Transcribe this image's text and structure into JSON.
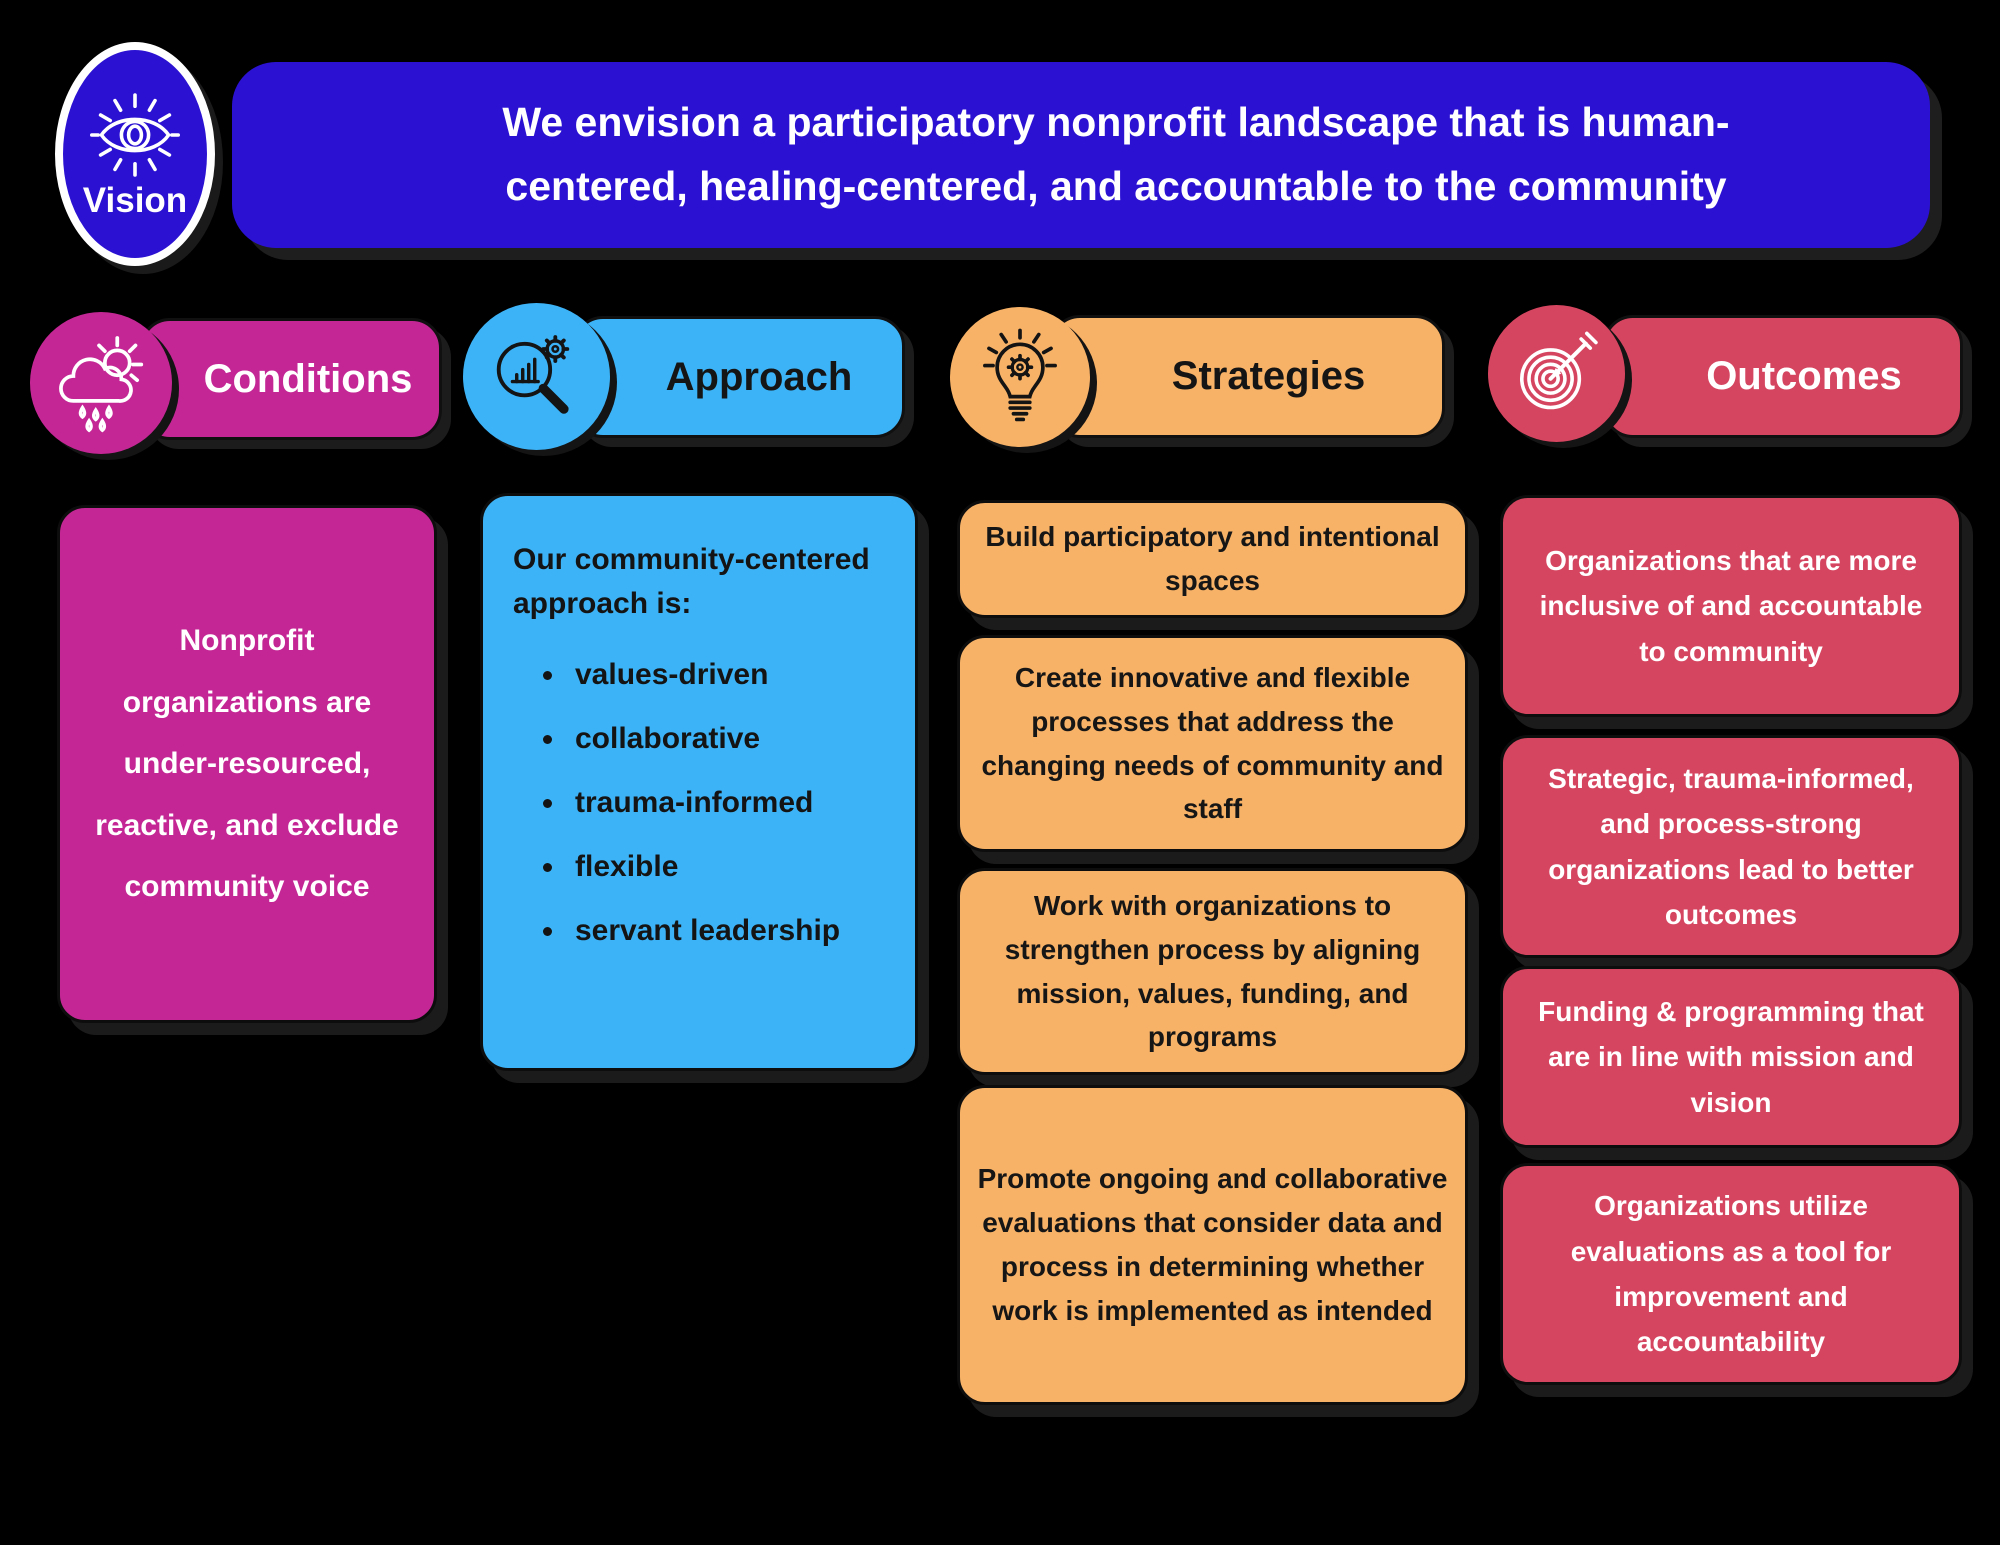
{
  "colors": {
    "background": "#000000",
    "vision_blue": "#2b12d3",
    "conditions_magenta": "#c42795",
    "approach_blue": "#3db3f7",
    "strategies_orange": "#f8b267",
    "outcomes_red": "#d64560",
    "dark_text": "#141414",
    "light_text": "#ffffff"
  },
  "vision": {
    "label": "Vision",
    "icon": "eye-icon",
    "line1": "We envision a participatory nonprofit landscape that is human-",
    "line2": "centered, healing-centered, and accountable to the community"
  },
  "columns": {
    "conditions": {
      "label": "Conditions",
      "icon": "rain-cloud-sun-icon",
      "card": "Nonprofit organizations are under-resourced, reactive, and exclude community voice"
    },
    "approach": {
      "label": "Approach",
      "icon": "magnifier-bar-chart-gear-icon",
      "intro": "Our community-centered approach is:",
      "bullets": [
        "values-driven",
        "collaborative",
        "trauma-informed",
        "flexible",
        "servant leadership"
      ]
    },
    "strategies": {
      "label": "Strategies",
      "icon": "lightbulb-gear-icon",
      "cards": [
        "Build participatory and intentional spaces",
        "Create innovative and flexible processes that address the changing needs of community and staff",
        "Work with organizations to strengthen process by aligning mission, values, funding, and programs",
        "Promote ongoing and collaborative evaluations that consider data and process in determining whether work is implemented as intended"
      ]
    },
    "outcomes": {
      "label": "Outcomes",
      "icon": "target-arrow-icon",
      "cards": [
        "Organizations that are more inclusive of and accountable to community",
        "Strategic, trauma-informed, and process-strong organizations lead to better outcomes",
        "Funding & programming that are in line with mission and vision",
        "Organizations utilize evaluations as a tool for improvement and accountability"
      ]
    }
  }
}
